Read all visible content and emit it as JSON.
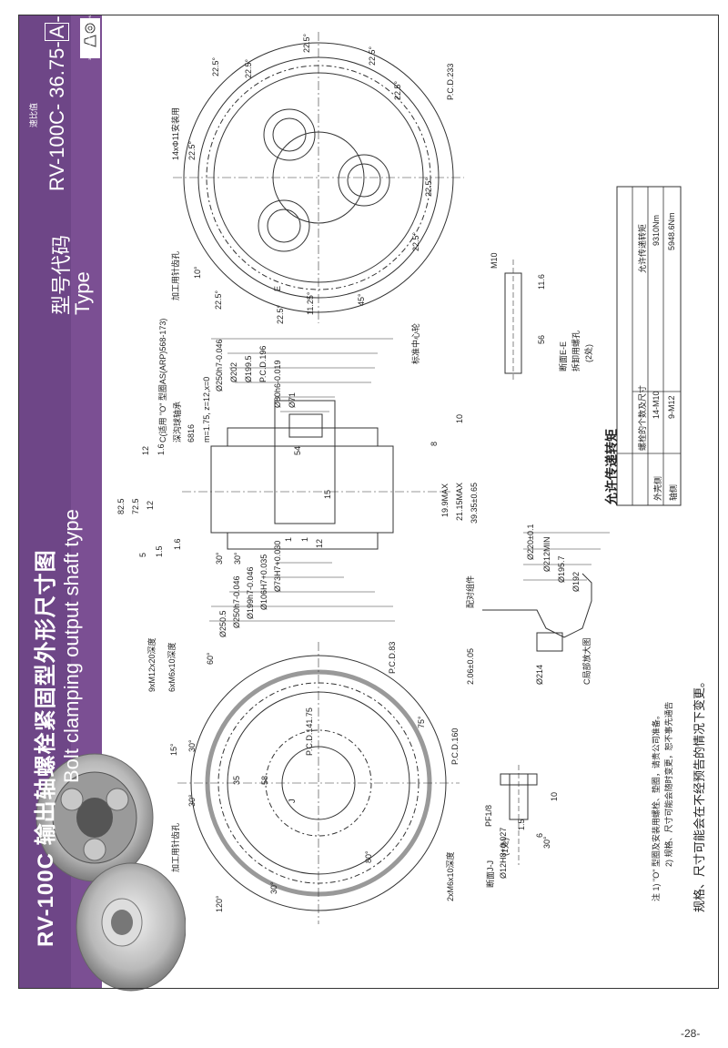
{
  "header": {
    "title_cn": "RV-100C  输出轴螺栓紧固型外形尺寸图",
    "title_en": "Bolt clamping output shaft type",
    "type_cn": "型号代码",
    "type_en": "Type",
    "model_code": "RV-100C- 36.75-",
    "model_box_a": "A",
    "model_suffix": "-B",
    "ratio_label": "速比值",
    "projection_label": "3RD ANGLE PROJECTION"
  },
  "top_view": {
    "angles": [
      "22.5°",
      "22.5°",
      "22.5°",
      "22.5°",
      "22.5°",
      "22.5°",
      "22.5°",
      "22.5°",
      "22.5°",
      "22.5°",
      "45°",
      "10°",
      "11.25°"
    ],
    "holes_label": "14xΦ11安装用",
    "pcd": "P.C.D.233",
    "pin_label": "加工用针齿孔",
    "section_mark": "E"
  },
  "side_view": {
    "o_ring": "C(适用 \"O\" 型圈AS(ARP)568-173)",
    "bearing": "深沟球轴承",
    "bearing_no": "6816",
    "module": "m=1.75, z=12,x=0",
    "center_label": "标准中心轮",
    "mating_label": "配对组件",
    "dims_top": [
      "Ø250h7-0.046",
      "Ø202",
      "Ø199.5",
      "P.C.D.196",
      "Ø80h6-0.019",
      "Ø71"
    ],
    "dims_bottom": [
      "Ø73H7+0.030",
      "Ø106H7+0.035",
      "Ø199h7-0.046",
      "Ø250h7-0.046",
      "Ø250.5"
    ],
    "dims_left": [
      "82.5",
      "72.5",
      "12",
      "12",
      "1.6",
      "5",
      "1.5",
      "1.6"
    ],
    "dims_center": [
      "54",
      "15",
      "1",
      "1",
      "12",
      "30°",
      "30°"
    ],
    "dims_right": [
      "10",
      "8",
      "19.9MAX",
      "21.15MAX",
      "39.35±0.65"
    ]
  },
  "section_ee": {
    "thread": "M10",
    "dims": [
      "11.6",
      "56"
    ],
    "label": "断面E-E",
    "desc": "拆卸用螺孔",
    "count": "(2处)"
  },
  "detail_c": {
    "dims": [
      "Ø220±0.1",
      "Ø212MIN",
      "Ø195.7",
      "Ø192",
      "2.06±0.05",
      "Ø214"
    ],
    "label": "C局部放大图"
  },
  "bottom_view": {
    "thread_a": "9xM12x20深度",
    "thread_b": "6xM6x10深度",
    "thread_c": "2xM6x10深度",
    "pcd_a": "P.C.D.83",
    "pcd_b": "P.C.D.160",
    "pcd_c": "P.C.D.141.75",
    "pin_label": "加工用针齿孔",
    "angles": [
      "60°",
      "15°",
      "30°",
      "75°",
      "80°",
      "30°",
      "120°",
      "30°"
    ],
    "small_dims": [
      "58",
      "35"
    ],
    "section_mark": "J"
  },
  "section_jj": {
    "thread": "PF1/8",
    "dims": [
      "1.5",
      "6",
      "10",
      "30°",
      "Ø12H8+0.027"
    ],
    "label": "断面J-J",
    "count": "(1处)"
  },
  "torque": {
    "title": "允许传递转矩",
    "col1": "螺栓的个数及尺寸",
    "col2": "允许传递转矩",
    "rows": [
      {
        "side": "外壳侧",
        "bolts": "14-M10",
        "torque": "9310Nm"
      },
      {
        "side": "轴侧",
        "bolts": "9-M12",
        "torque": "5948.6Nm"
      }
    ]
  },
  "notes": {
    "note1": "注 1) \"O\" 型圈及安装用螺栓、垫圈，请贵公司准备。",
    "note2": "2) 规格、尺寸可能会随时变更，恕不事先通告",
    "footer": "规格、尺寸可能会在不经预告的情况下变更。"
  },
  "page_number": "-28-",
  "colors": {
    "banner": "#7b4f93",
    "line": "#333333"
  }
}
